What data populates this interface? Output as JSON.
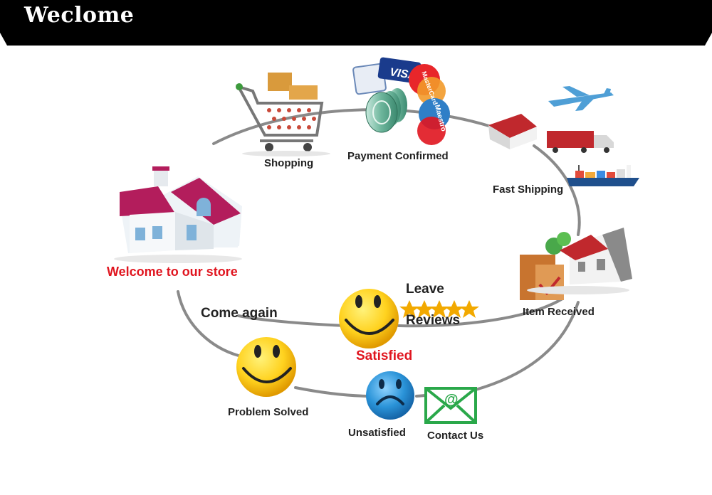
{
  "header": {
    "title": "Weclome"
  },
  "steps": {
    "shopping": "Shopping",
    "payment": "Payment Confirmed",
    "shipping": "Fast Shipping",
    "received": "Item Received",
    "welcome": "Welcome to our store",
    "come_again": "Come again",
    "leave": "Leave",
    "reviews": "Reviews",
    "satisfied": "Satisfied",
    "problem_solved": "Problem Solved",
    "unsatisfied": "Unsatisfied",
    "contact": "Contact Us"
  },
  "cards": [
    "VISA",
    "MasterCard",
    "Maestro"
  ],
  "icons": [
    "shopping-cart-icon",
    "credit-cards-icon",
    "coins-icon",
    "warehouse-icon",
    "airplane-icon",
    "truck-icon",
    "cargo-ship-icon",
    "house-icon",
    "delivered-box-icon",
    "smiley-icon",
    "sad-face-icon",
    "envelope-icon",
    "star-icon"
  ],
  "colors": {
    "accent_red": "#e0151f",
    "house_roof": "#b31d5c",
    "arrow_gray": "#8a8a8a",
    "smiley_yellow": "#ffd21f",
    "sad_blue": "#2a93d8",
    "envelope_green": "#2aa84a"
  }
}
